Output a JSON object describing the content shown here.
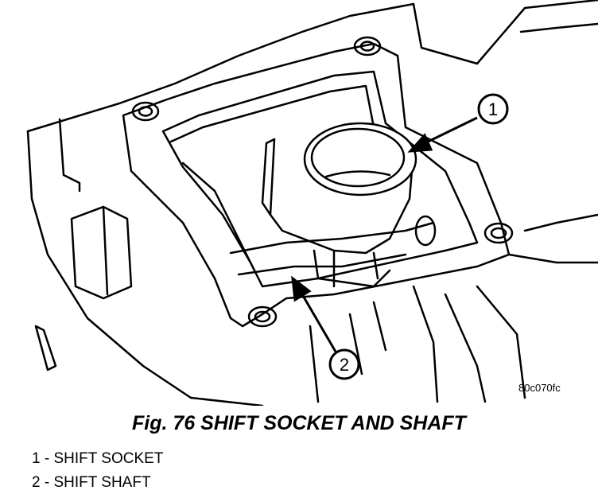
{
  "figure": {
    "callouts": [
      {
        "number": "1"
      },
      {
        "number": "2"
      }
    ],
    "code": "80c070fc"
  },
  "caption": "Fig. 76 SHIFT SOCKET AND SHAFT",
  "legend": [
    {
      "text": "1 - SHIFT SOCKET"
    },
    {
      "text": "2 - SHIFT SHAFT"
    }
  ]
}
